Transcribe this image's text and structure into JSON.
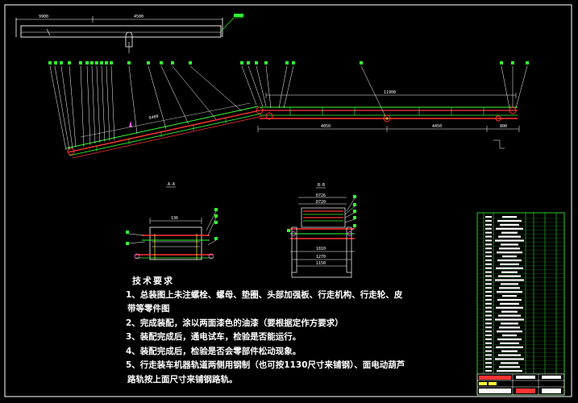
{
  "dims": {
    "top_left": "9900",
    "top_right": "4500",
    "slope_len": "9400",
    "horiz_total": "11900",
    "seg_1": "4050",
    "seg_2": "4450",
    "seg_3": "800",
    "aa_width": "136",
    "bb_top_1": "D726",
    "bb_top_2": "D720",
    "bb_w1": "1810",
    "bb_w2": "1270",
    "bb_w3": "1150"
  },
  "sections": {
    "aa": "A-A",
    "bb": "B-B"
  },
  "tech": {
    "title": "技术要求",
    "items": [
      "1、总装图上未注螺栓、螺母、垫圈、头部加强板、行走机构、行走轮、皮",
      "带等零件图",
      "2、完成装配，涂以两面漆色的油漆（要根据定作方要求）",
      "3、装配完成后，通电试车，检验是否能运行。",
      "4、装配完成后，检验是否会零部件松动现象。",
      "5、行走装车机器轨道两侧用钢制（也可按1130尺寸来铺钢）、面电动葫芦",
      "路轨按上面尺寸来铺钢路轨。"
    ]
  },
  "colors": {
    "background": "#000000",
    "frame": "#ffffff",
    "belt": "#ff3333",
    "structure": "#33ff33",
    "label": "#66ff66",
    "dimension": "#ffffff",
    "accent": "#ff66ff",
    "yellow": "#ffff33"
  }
}
